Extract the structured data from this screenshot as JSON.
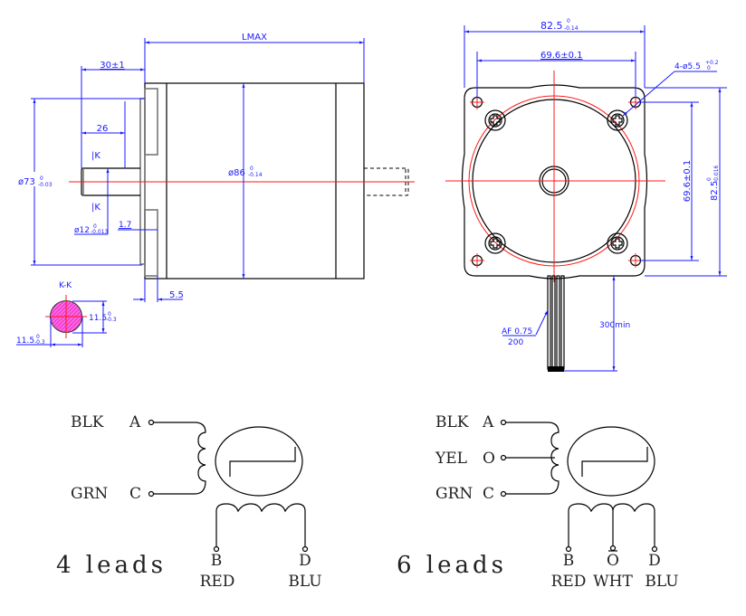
{
  "side_view": {
    "overall_length": "LMAX",
    "shaft_length": "30±1",
    "flat_length": "26",
    "section_mark_top": "|K",
    "section_mark_bottom": "|K",
    "pilot_diameter": "ø73",
    "pilot_tol_upper": "0",
    "pilot_tol_lower": "-0.03",
    "body_diameter": "ø86",
    "body_tol_upper": "0",
    "body_tol_lower": "-0.14",
    "shaft_diameter": "ø12",
    "shaft_tol_upper": "0",
    "shaft_tol_lower": "-0.013",
    "pilot_depth": "1.7",
    "flange_thickness": "5.5"
  },
  "section_view": {
    "title": "K-K",
    "height": "11.5",
    "height_tol_upper": "0",
    "height_tol_lower": "-0.3",
    "width": "11.5",
    "width_tol_upper": "0",
    "width_tol_lower": "-0.3"
  },
  "front_view": {
    "flange_width": "82.5",
    "flange_width_tol_upper": "0",
    "flange_width_tol_lower": "-0.14",
    "hole_spacing_h": "69.6±0.1",
    "hole_callout": "4-ø5.5",
    "hole_tol_upper": "+0.2",
    "hole_tol_lower": "0",
    "hole_spacing_v": "69.6±0.1",
    "flange_height": "82.5",
    "flange_height_tol_upper": "0",
    "flange_height_tol_lower": "-0.016",
    "wire_spec_top": "AF 0.75",
    "wire_spec_bottom": "200",
    "lead_length": "300min"
  },
  "wiring_4": {
    "title": "4 leads",
    "top_color": "BLK",
    "top_pin": "A",
    "bottom_color": "GRN",
    "bottom_pin": "C",
    "left_pin": "B",
    "left_color": "RED",
    "right_pin": "D",
    "right_color": "BLU"
  },
  "wiring_6": {
    "title": "6 leads",
    "top_color": "BLK",
    "top_pin": "A",
    "mid_color": "YEL",
    "mid_pin": "O",
    "bottom_color": "GRN",
    "bottom_pin": "C",
    "left_pin": "B",
    "left_color": "RED",
    "center_pin": "O",
    "center_color": "WHT",
    "right_pin": "D",
    "right_color": "BLU"
  }
}
